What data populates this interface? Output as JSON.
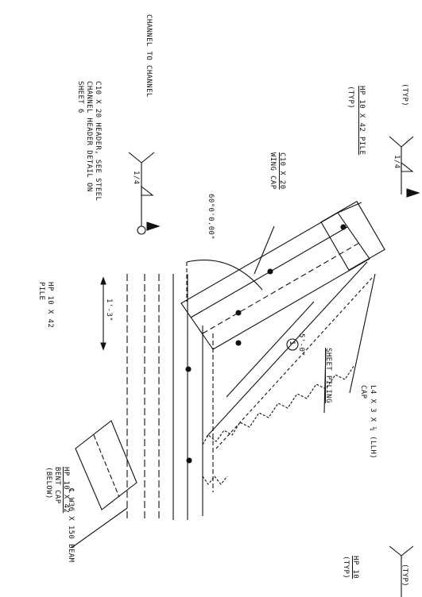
{
  "labels": {
    "channel_to_channel": "CHANNEL TO CHANNEL",
    "header_note_l1": "C10 X 20 HEADER, SEE STEEL",
    "header_note_l2": "CHANNEL HEADER DETAIL ON",
    "header_note_l3": "SHEET 6",
    "weld_size_1": "1/4",
    "weld_size_2": "1/4",
    "typ_top": "(TYP)",
    "typ_hp": "(TYP)",
    "typ_right": "(TYP)",
    "hp_pile_top": "HP 10 X 42 PILE",
    "wing_cap_size": "C10 X 20",
    "wing_cap": "WING CAP",
    "angle": "60°0'0.00\"",
    "dim_1_3": "1'-3\"",
    "hp_pile_mid_l1": "HP 10 X 42",
    "hp_pile_mid_l2": "PILE",
    "cap_angle_l1": "L4 X 3 X ¼ (LLH)",
    "cap_angle_l2": "CAP",
    "sheet_piling": "SHEET PILING",
    "dim_5_0": "5'-0\"",
    "circle_num": "1",
    "bent_cap_l1": "HP 10 X 42",
    "bent_cap_l2": "BENT CAP",
    "bent_cap_l3": "(BELOW)",
    "beam": "℄ W36 X 150 BEAM",
    "hp_right": "HP 10"
  }
}
